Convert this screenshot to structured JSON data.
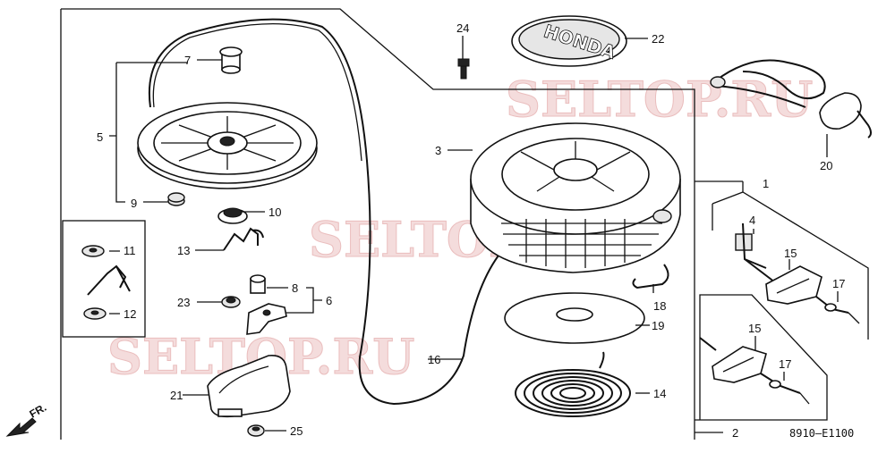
{
  "diagram_code": "8910–E1100",
  "direction_label": "FR.",
  "watermark": "SELTOP.RU",
  "cover_logo": "HONDA",
  "callouts": {
    "p1": "1",
    "p2": "2",
    "p3": "3",
    "p4": "4",
    "p5": "5",
    "p6": "6",
    "p7": "7",
    "p8": "8",
    "p9": "9",
    "p10": "10",
    "p11": "11",
    "p12": "12",
    "p13": "13",
    "p14": "14",
    "p15a": "15",
    "p15b": "15",
    "p16": "16",
    "p17a": "17",
    "p17b": "17",
    "p18": "18",
    "p19": "19",
    "p20": "20",
    "p21": "21",
    "p22": "22",
    "p23": "23",
    "p24": "24",
    "p25": "25"
  }
}
